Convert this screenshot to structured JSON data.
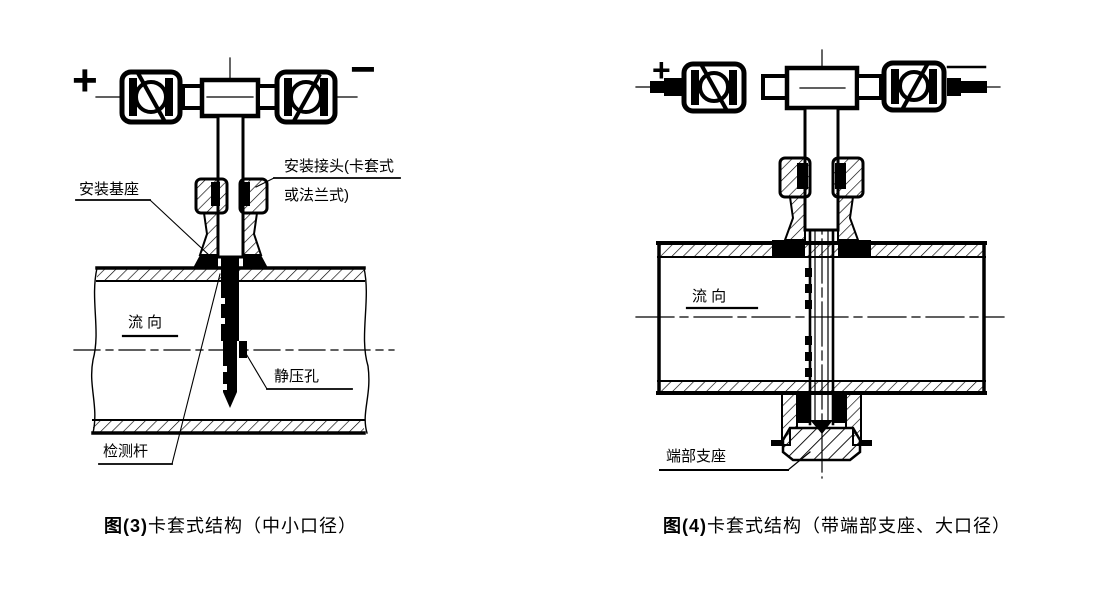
{
  "colors": {
    "ink": "#000000",
    "paper": "#ffffff"
  },
  "figure3": {
    "plus_sign": "+",
    "minus_sign": "−",
    "labels": {
      "mount_base": "安装基座",
      "connector_line1": "安装接头(卡套式",
      "connector_line2": "或法兰式)",
      "flow_direction": "流向",
      "static_pressure_hole": "静压孔",
      "detection_rod": "检测杆"
    },
    "caption": {
      "prefix": "图(3)",
      "text": "卡套式结构（中小口径）"
    }
  },
  "figure4": {
    "plus_sign": "+",
    "labels": {
      "flow_direction": "流 向",
      "end_support": "端部支座"
    },
    "caption": {
      "prefix": "图(4)",
      "text": "卡套式结构（带端部支座、大口径）"
    }
  }
}
